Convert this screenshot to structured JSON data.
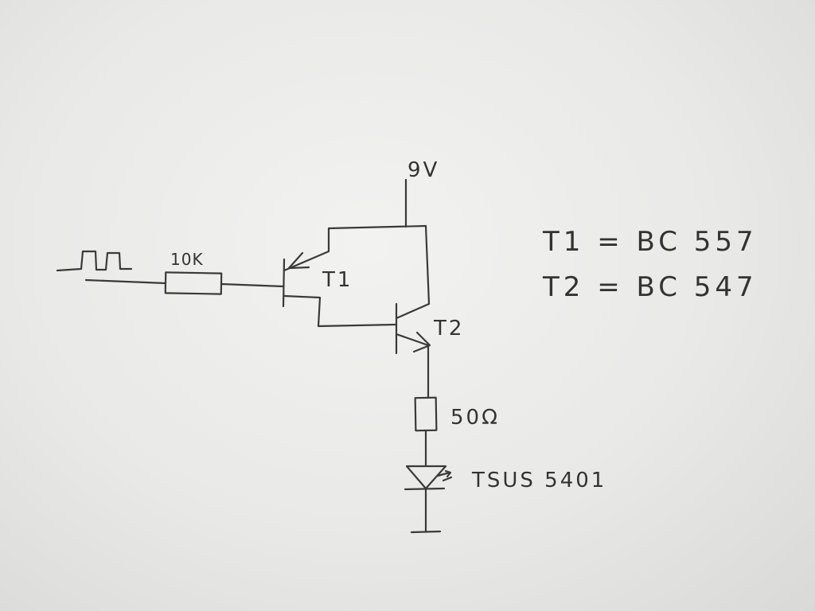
{
  "supply": {
    "voltage_label": "9V"
  },
  "input": {
    "resistor_label": "10K"
  },
  "transistors": {
    "t1_label": "T1",
    "t2_label": "T2"
  },
  "output": {
    "resistor_label": "50Ω",
    "diode_label": "TSUS 5401"
  },
  "legend": {
    "line1": "T1 = BC 557",
    "line2": "T2 = BC 547"
  },
  "colors": {
    "ink": "#3a3a3a",
    "paper": "#ececeb"
  }
}
